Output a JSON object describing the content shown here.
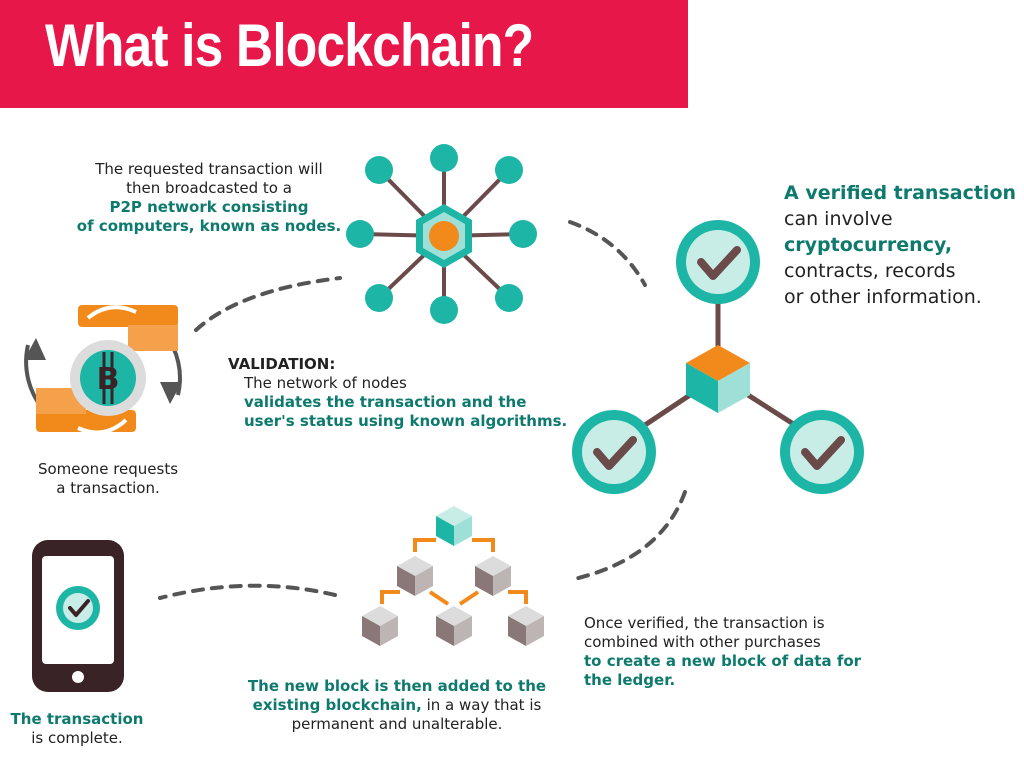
{
  "header": {
    "title": "What is Blockchain?"
  },
  "colors": {
    "banner": "#e8174a",
    "teal": "#1db5a5",
    "teal_text": "#0e7a6e",
    "orange": "#f28a1b",
    "node_line": "#6b4a4a",
    "phone": "#3a2326"
  },
  "steps": {
    "request": {
      "line1": "Someone requests",
      "line2": "a transaction.",
      "icon": "bitcoin-hands-icon"
    },
    "broadcast": {
      "line1": "The requested transaction will",
      "line2": "then broadcasted to a",
      "highlight1": "P2P network consisting",
      "highlight2": "of computers, known as nodes.",
      "icon": "network-nodes-icon"
    },
    "validation": {
      "heading": "VALIDATION:",
      "line1": "The network of nodes",
      "highlight1": "validates the transaction and the",
      "highlight2": "user's status using known algorithms."
    },
    "verified": {
      "highlight1": "A verified transaction",
      "line1": "can involve",
      "highlight2": "cryptocurrency,",
      "line2": "contracts, records",
      "line3": "or other information.",
      "icon": "verified-block-icon"
    },
    "combined": {
      "line1": "Once verified, the transaction is",
      "line2": "combined with other purchases",
      "highlight1": "to create a new block of data for",
      "highlight2": "the ledger."
    },
    "added": {
      "highlight1": "The new block is then added to the",
      "highlight2": "existing blockchain,",
      "line1": " in a way that is",
      "line2": "permanent and unalterable.",
      "icon": "blockchain-tree-icon"
    },
    "complete": {
      "highlight1": "The transaction",
      "line1": "is complete.",
      "icon": "phone-check-icon"
    }
  }
}
